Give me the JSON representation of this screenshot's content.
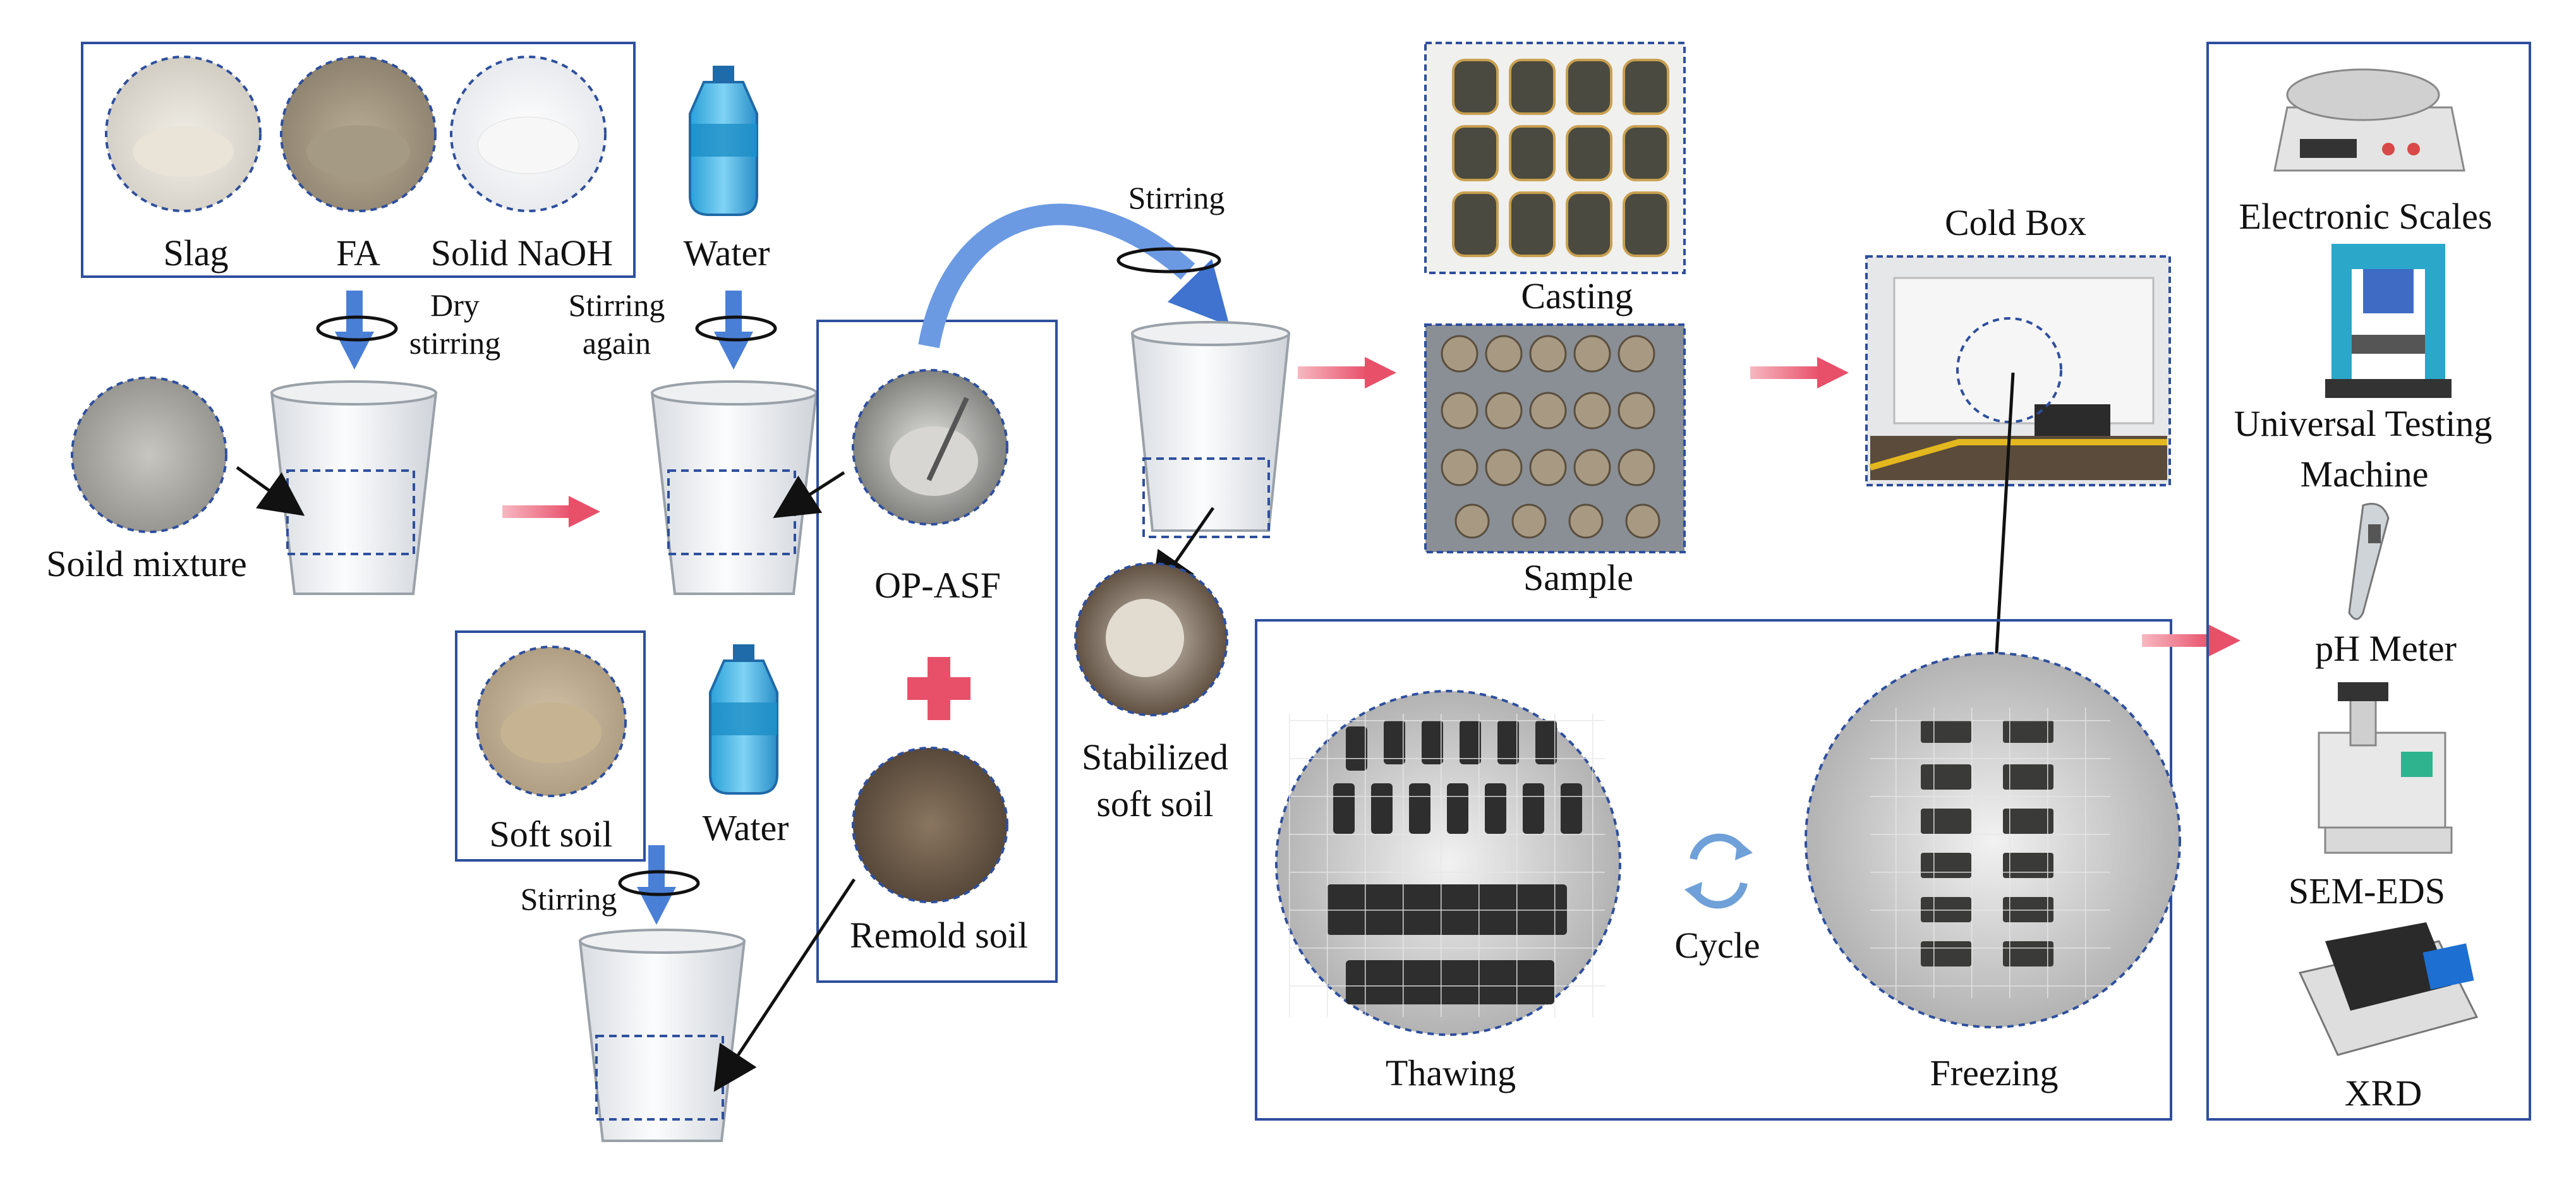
{
  "materials": {
    "slag": "Slag",
    "fa": "FA",
    "naoh": "Solid NaOH",
    "water": "Water"
  },
  "steps": {
    "dry_stirring_line1": "Dry",
    "dry_stirring_line2": "stirring",
    "stirring_again_line1": "Stirring",
    "stirring_again_line2": "again",
    "stirring_top": "Stirring",
    "stirring_bottom": "Stirring"
  },
  "labels": {
    "solid_mixture": "Soild mixture",
    "op_asf": "OP-ASF",
    "remold_soil": "Remold soil",
    "soft_soil": "Soft soil",
    "water2": "Water",
    "stabilized_line1": "Stabilized",
    "stabilized_line2": "soft soil",
    "casting": "Casting",
    "sample": "Sample",
    "cold_box": "Cold Box",
    "thawing": "Thawing",
    "freezing": "Freezing",
    "cycle": "Cycle"
  },
  "tests": {
    "scales": "Electronic Scales",
    "utm_line1": "Universal Testing",
    "utm_line2": "Machine",
    "ph": "pH Meter",
    "sem": "SEM-EDS",
    "xrd": "XRD"
  },
  "colors": {
    "frame": "#2e4f9e",
    "blue_arrow": "#4a7fd6",
    "pink_arrow": "#ef6f7f",
    "plus": "#e8506a"
  }
}
